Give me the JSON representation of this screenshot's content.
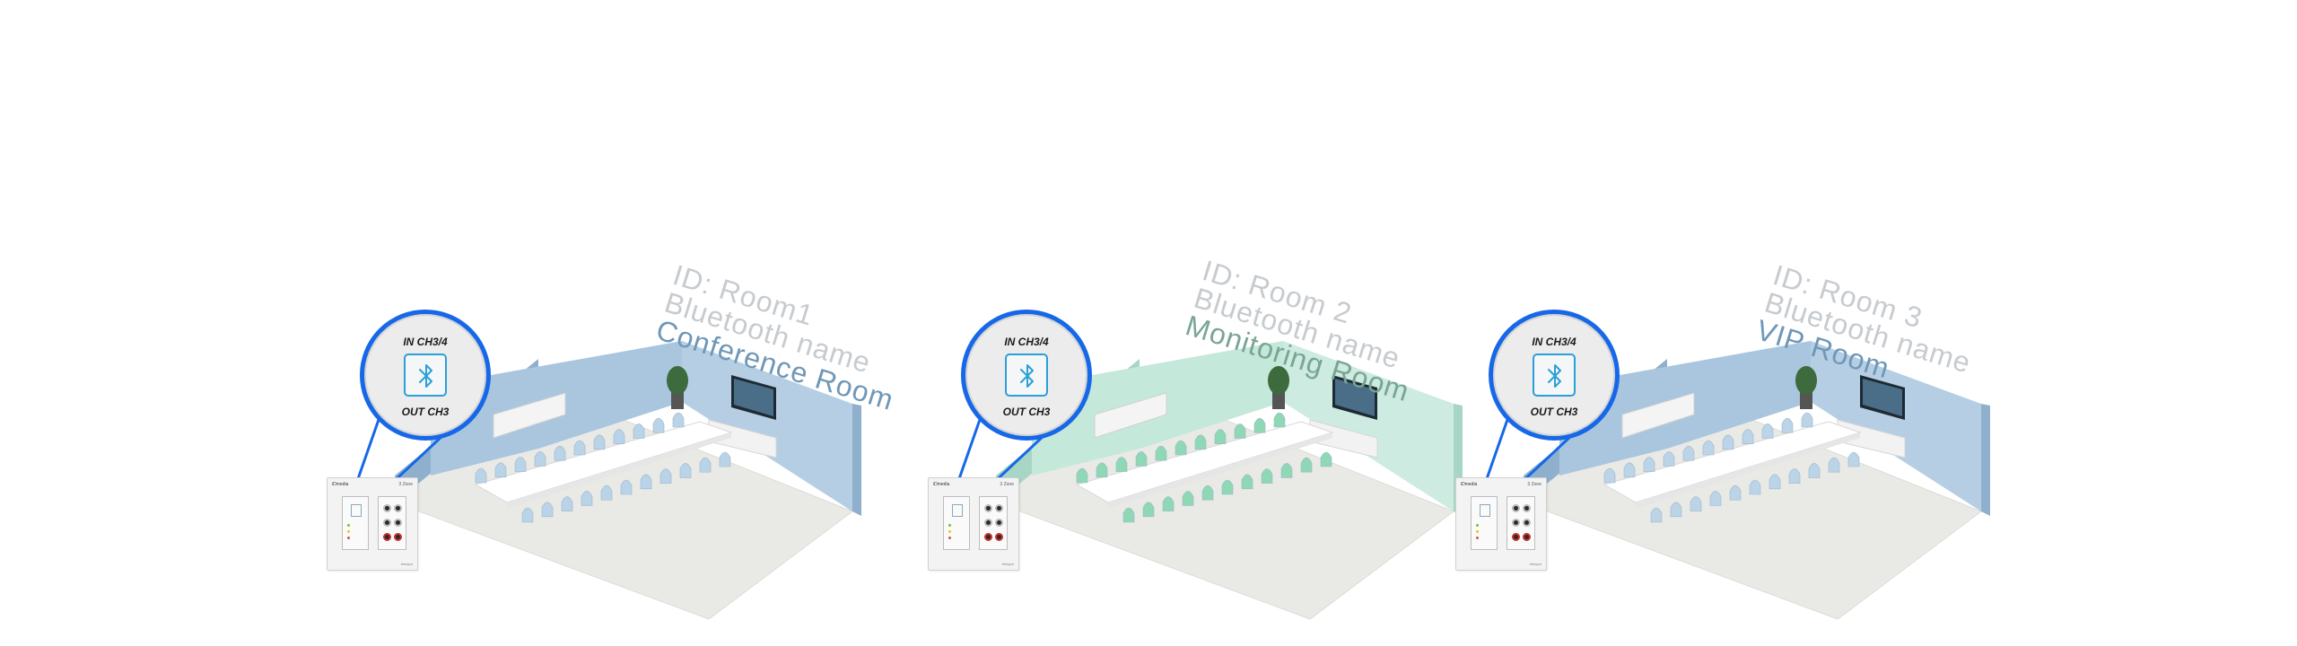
{
  "rooms": [
    {
      "id_label": "ID: Room1",
      "bt_label": "Bluetooth name",
      "room_name": "Conference Room",
      "name_color": "#6f97b8",
      "wall_color": "#a9c6de",
      "wall_dark": "#8fb0cc",
      "chair_color": "#b9d3e8",
      "in_label": "IN CH3/4",
      "out_label": "OUT CH3",
      "panel_brand": "iDmedia",
      "panel_model": "3 Zone",
      "panel_foot": "tetrapol"
    },
    {
      "id_label": "ID: Room 2",
      "bt_label": "Bluetooth name",
      "room_name": "Monitoring Room",
      "name_color": "#79a594",
      "wall_color": "#c4e8da",
      "wall_dark": "#a7d6c4",
      "chair_color": "#8ed8b6",
      "in_label": "IN CH3/4",
      "out_label": "OUT CH3",
      "panel_brand": "iDmedia",
      "panel_model": "3 Zone",
      "panel_foot": "tetrapol"
    },
    {
      "id_label": "ID: Room 3",
      "bt_label": "Bluetooth name",
      "room_name": "VIP Room",
      "name_color": "#6f97b8",
      "wall_color": "#a9c6de",
      "wall_dark": "#8fb0cc",
      "chair_color": "#bcd4e8",
      "in_label": "IN CH3/4",
      "out_label": "OUT CH3",
      "panel_brand": "iDmedia",
      "panel_model": "3 Zone",
      "panel_foot": "tetrapol"
    }
  ],
  "icons": {
    "bluetooth": "bluetooth-icon"
  },
  "accent_color": "#1668e8"
}
